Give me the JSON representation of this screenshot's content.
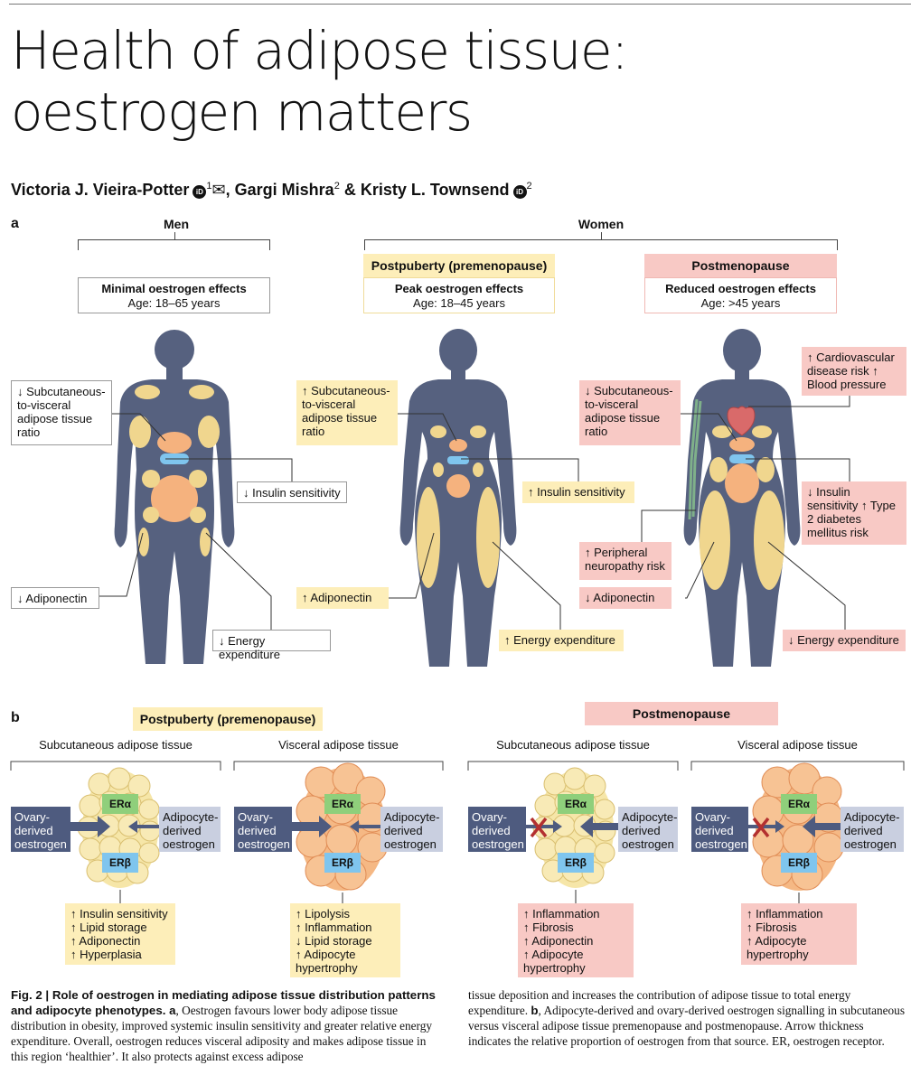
{
  "header": {
    "title_line1": "Health of adipose tissue:",
    "title_line2": "oestrogen matters",
    "author1": "Victoria J. Vieira-Potter",
    "author1_sup": "1",
    "author2": ", Gargi Mishra",
    "author2_sup": "2",
    "author3": " & Kristy L. Townsend",
    "author3_sup": "2",
    "orcid_glyph": "iD",
    "mail_glyph": "✉"
  },
  "panel_a": {
    "label": "a",
    "men": {
      "group": "Men",
      "title": "Minimal oestrogen effects",
      "age": "Age: 18–65 years",
      "subq_ratio": "↓ Subcutaneous-to-visceral adipose tissue ratio",
      "insulin": "↓ Insulin sensitivity",
      "adiponectin": "↓ Adiponectin",
      "energy": "↓ Energy expenditure"
    },
    "women": {
      "group": "Women",
      "pre": {
        "tag": "Postpuberty (premenopause)",
        "title": "Peak oestrogen effects",
        "age": "Age: 18–45 years",
        "subq_ratio": "↑ Subcutaneous-to-visceral adipose tissue ratio",
        "insulin": "↑ Insulin sensitivity",
        "adiponectin": "↑ Adiponectin",
        "energy": "↑ Energy expenditure"
      },
      "post": {
        "tag": "Postmenopause",
        "title": "Reduced oestrogen effects",
        "age": "Age: >45 years",
        "cardio": "↑ Cardiovascular disease risk ↑ Blood pressure",
        "subq_ratio": "↓ Subcutaneous-to-visceral adipose tissue ratio",
        "insulin": "↓ Insulin sensitivity ↑ Type 2 diabetes mellitus risk",
        "neuropathy": "↑ Peripheral neuropathy risk",
        "adiponectin": "↓ Adiponectin",
        "energy": "↓ Energy expenditure"
      }
    }
  },
  "panel_b": {
    "label": "b",
    "pre_tag": "Postpuberty (premenopause)",
    "post_tag": "Postmenopause",
    "subq": "Subcutaneous adipose tissue",
    "visc": "Visceral adipose tissue",
    "era": "ERα",
    "erb": "ERβ",
    "ovary": "Ovary-derived oestrogen",
    "adipocyte": "Adipocyte-derived oestrogen",
    "pre_subq_effects": [
      "↑ Insulin sensitivity",
      "↑ Lipid storage",
      "↑ Adiponectin",
      "↑ Hyperplasia"
    ],
    "pre_visc_effects": [
      "↑ Lipolysis",
      "↑ Inflammation",
      "↓ Lipid storage",
      "↑ Adipocyte hypertrophy"
    ],
    "post_subq_effects": [
      "↑ Inflammation",
      "↑ Fibrosis",
      "↑ Adiponectin",
      "↑ Adipocyte hypertrophy"
    ],
    "post_visc_effects": [
      "↑ Inflammation",
      "↑ Fibrosis",
      "↑ Adipocyte hypertrophy"
    ]
  },
  "caption": {
    "fig": "Fig. 2 | Role of oestrogen in mediating adipose tissue distribution patterns and adipocyte phenotypes.",
    "a_label": " a",
    "left_text": ", Oestrogen favours lower body adipose tissue distribution in obesity, improved systemic insulin sensitivity and greater relative energy expenditure. Overall, oestrogen reduces visceral adiposity and makes adipose tissue in this region ‘healthier’. It also protects against excess adipose",
    "right_text1": "tissue deposition and increases the contribution of adipose tissue to total energy expenditure. ",
    "b_label": "b",
    "right_text2": ", Adipocyte-derived and ovary-derived oestrogen signalling in subcutaneous versus visceral adipose tissue premenopause and postmenopause. Arrow thickness indicates the relative proportion of oestrogen from that source. ER, oestrogen receptor."
  },
  "colors": {
    "body": "#56617f",
    "fat": "#f0d68e",
    "visceral": "#f5b27e",
    "yellow_box": "#fdeeb9",
    "pink_box": "#f8c9c5",
    "er_alpha": "#8fcf7b",
    "er_beta": "#7fc5ee",
    "ovary_box": "#4e5b7f",
    "adipocyte_box": "#c9cfe0"
  }
}
